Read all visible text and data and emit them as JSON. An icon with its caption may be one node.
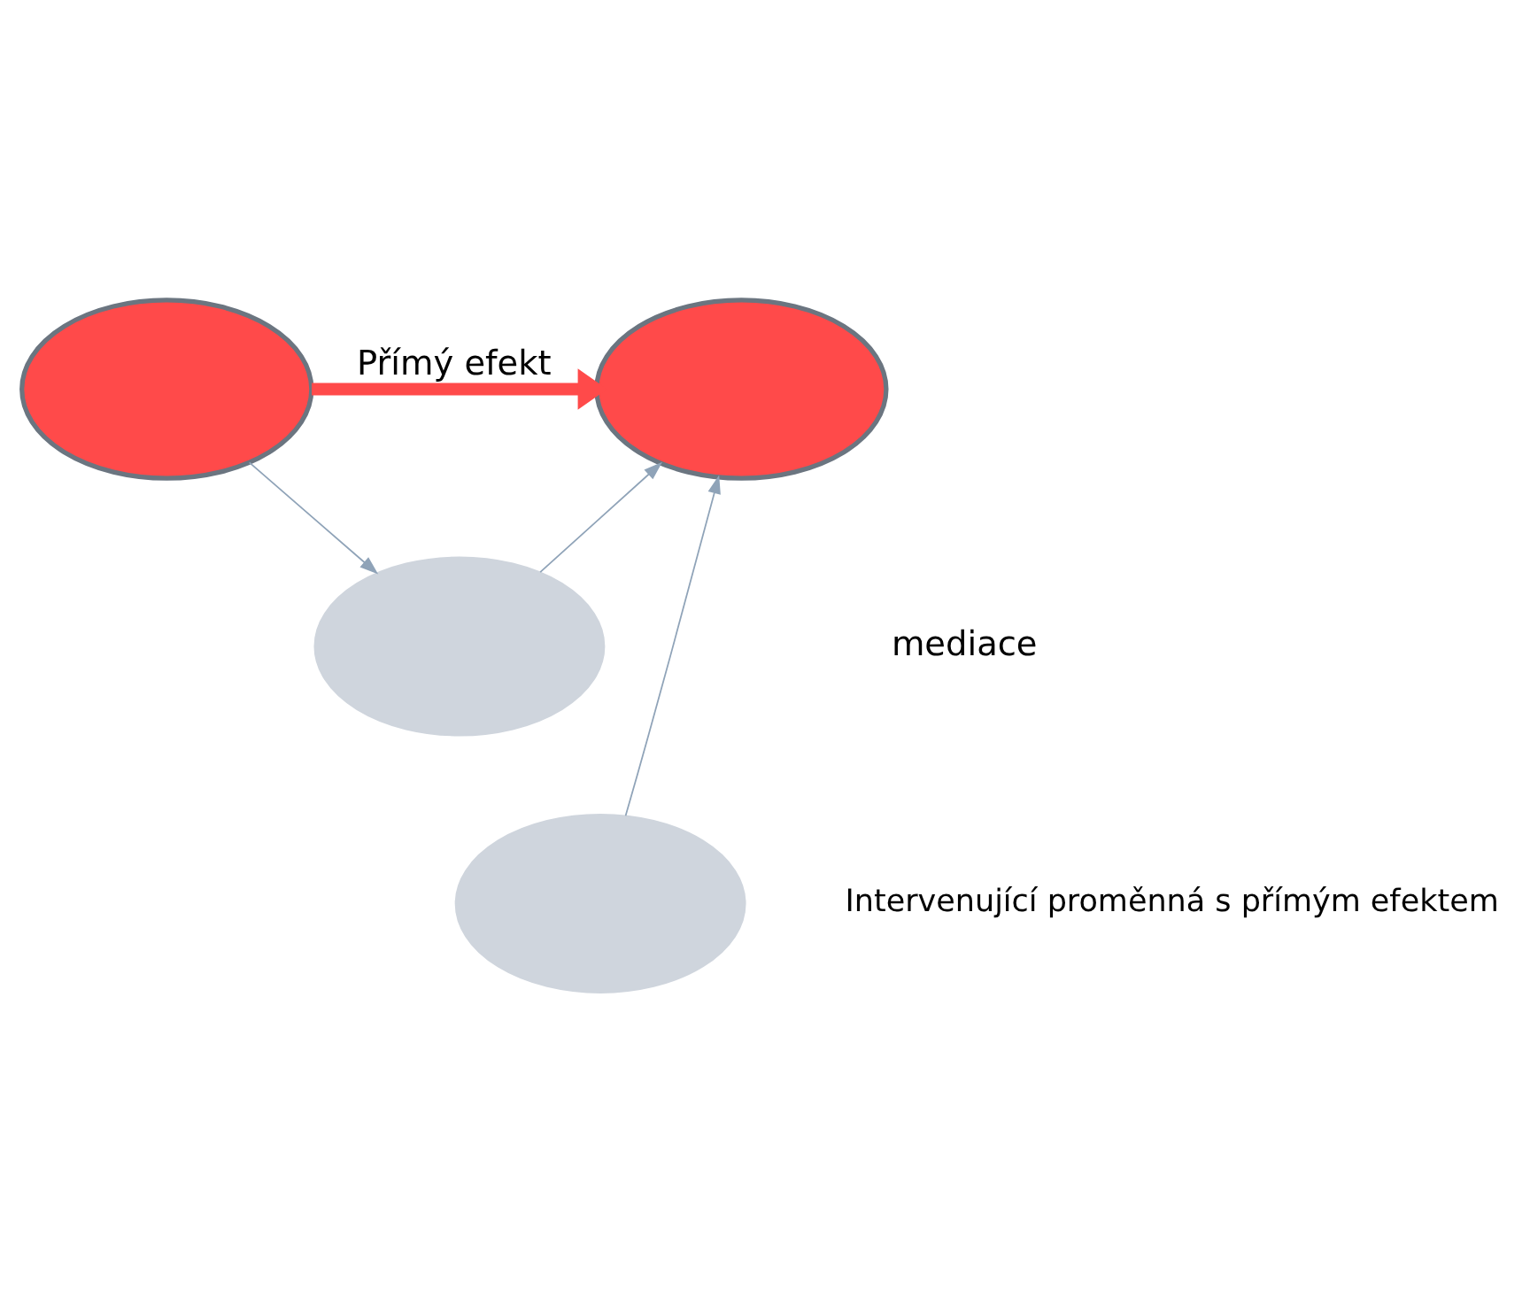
{
  "diagram": {
    "nodes": [
      {
        "text": [],
        "shape": "ellipse"
      },
      {
        "text": [],
        "shape": "ellipse"
      },
      {
        "text": [],
        "shape": "ellipse"
      },
      {
        "text": [],
        "shape": "ellipse"
      }
    ],
    "edges": [
      {
        "from": 0,
        "to": 1,
        "arrow": "to",
        "label": "Přímý efekt",
        "style": "thick",
        "color": "#ff4a4a"
      },
      {
        "from": 0,
        "to": 2,
        "arrow": "to"
      },
      {
        "from": 2,
        "to": 1,
        "arrow": "to"
      },
      {
        "from": 3,
        "to": 1,
        "arrow": "to"
      }
    ],
    "labels": [
      "mediace",
      "Intervenující proměnná s přímým efektem"
    ]
  }
}
